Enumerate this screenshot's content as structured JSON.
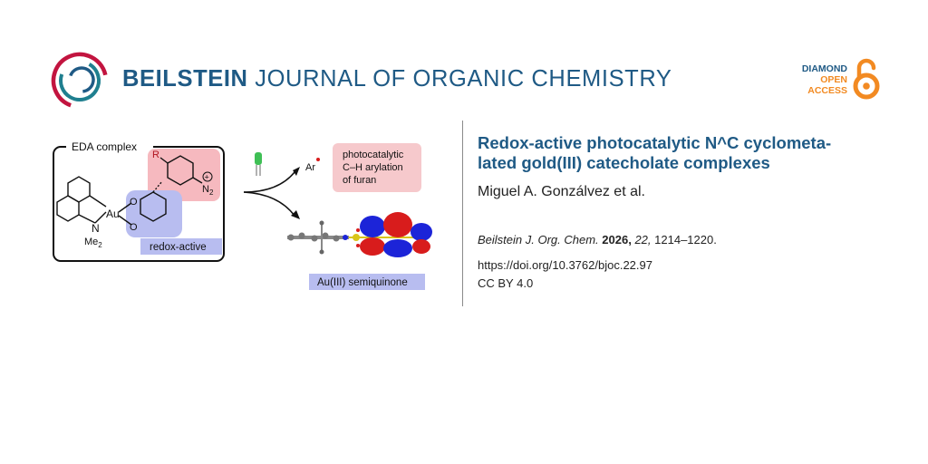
{
  "header": {
    "journal_name_bold": "BEILSTEIN",
    "journal_name_rest": "JOURNAL OF ORGANIC CHEMISTRY",
    "access_badge": {
      "line1": "DIAMOND",
      "line2": "OPEN",
      "line3": "ACCESS"
    },
    "colors": {
      "brand_blue": "#1f5a85",
      "logo_red": "#c2143f",
      "logo_teal": "#1f7f8f",
      "open_access_orange": "#f28a22"
    }
  },
  "article": {
    "title_line1": "Redox-active photocatalytic N^C cyclometa-",
    "title_line2": "lated gold(III) catecholate complexes",
    "authors": "Miguel A. Gonzálvez et al.",
    "citation": {
      "journal_abbrev": "Beilstein J. Org. Chem.",
      "year": "2026,",
      "volume": "22,",
      "pages": "1214–1220."
    },
    "doi": "https://doi.org/10.3762/bjoc.22.97",
    "license": "CC BY 4.0"
  },
  "graphic": {
    "box_label": "EDA complex",
    "redox_label": "redox-active",
    "substituent": "R",
    "gold": "Au",
    "oxygen": "O",
    "nitrogen": "N",
    "nme2_prefix": "Me",
    "nme2_sub": "2",
    "diazonium_n": "N",
    "diazonium_sub": "2",
    "plus": "+",
    "aryl_radical": "Ar",
    "product_line1": "photocatalytic",
    "product_line2": "C–H arylation",
    "product_line3": "of furan",
    "semiquinone_label": "Au(III) semiquinone",
    "led_icon": "green-led-icon",
    "colors": {
      "highlight_red": "#f6b9bf",
      "highlight_blue": "#b8bdf0",
      "lobe_red": "#d81c1c",
      "lobe_blue": "#1c24d8",
      "led_green": "#3fbf55"
    }
  }
}
